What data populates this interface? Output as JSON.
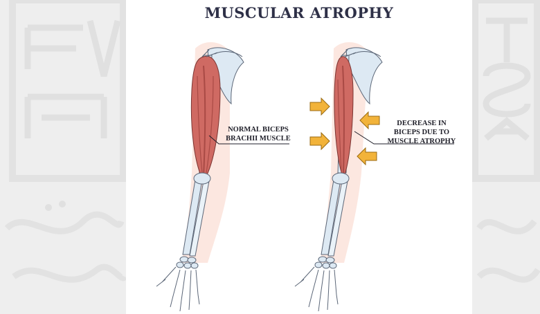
{
  "title": "MUSCULAR ATROPHY",
  "labels": {
    "normal": [
      "NORMAL BICEPS",
      "BRACHII MUSCLE"
    ],
    "atrophy": [
      "DECREASE IN",
      "BICEPS DUE TO",
      "MUSCLE ATROPHY"
    ]
  },
  "colors": {
    "title": "#2e3047",
    "muscle": "#cf6a63",
    "muscle_dark": "#a94a45",
    "bone": "#dde9f3",
    "bone_outline": "#5b6677",
    "skin_glow": "#fbe3da",
    "arrow": "#f2b33a"
  }
}
